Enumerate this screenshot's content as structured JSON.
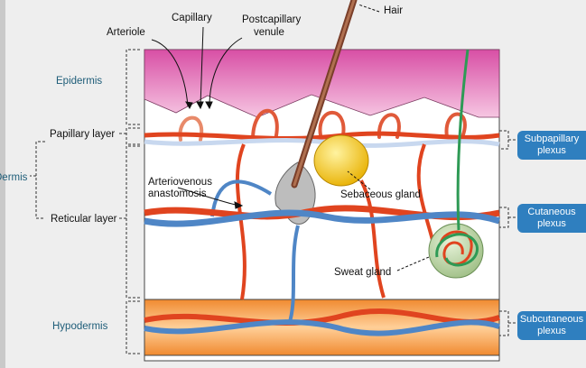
{
  "labels": {
    "arteriole": "Arteriole",
    "capillary": "Capillary",
    "postcapillary_1": "Postcapillary",
    "postcapillary_2": "venule",
    "hair": "Hair",
    "epidermis": "Epidermis",
    "dermis": "Dermis",
    "papillary_layer": "Papillary layer",
    "reticular_layer": "Reticular layer",
    "hypodermis": "Hypodermis",
    "arteriovenous_1": "Arteriovenous",
    "arteriovenous_2": "anastomosis",
    "sebaceous_gland": "Sebaceous gland",
    "sweat_gland": "Sweat gland"
  },
  "plexus": {
    "subpapillary_1": "Subpapillary",
    "subpapillary_2": "plexus",
    "cutaneous_1": "Cutaneous",
    "cutaneous_2": "plexus",
    "subcutaneous_1": "Subcutaneous",
    "subcutaneous_2": "plexus"
  },
  "colors": {
    "artery": "#e0441f",
    "vein": "#4f86c6",
    "epidermis": "#e070b8",
    "hypodermis": "#f4a050",
    "plexus_badge": "#2f7fbf",
    "label_teal": "#1d5c78",
    "hair": "#9a5a3c",
    "nerve": "#2e9a55"
  }
}
